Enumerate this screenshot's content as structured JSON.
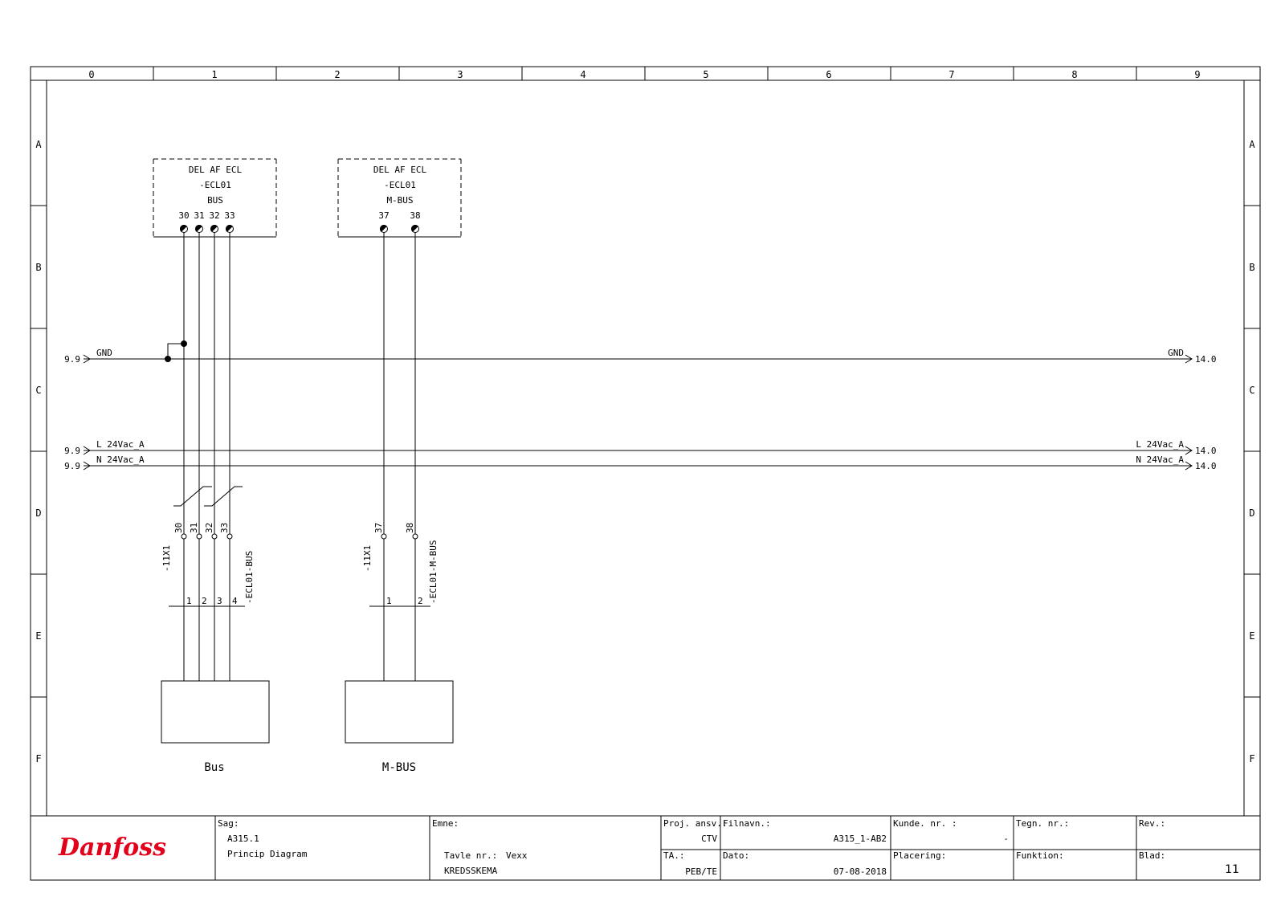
{
  "frame": {
    "columns": [
      "0",
      "1",
      "2",
      "3",
      "4",
      "5",
      "6",
      "7",
      "8",
      "9"
    ],
    "rows": [
      "A",
      "B",
      "C",
      "D",
      "E",
      "F"
    ]
  },
  "modules": [
    {
      "lines": [
        "DEL AF ECL",
        "-ECL01",
        "BUS"
      ],
      "terminals": [
        "30",
        "31",
        "32",
        "33"
      ]
    },
    {
      "lines": [
        "DEL AF ECL",
        "-ECL01",
        "M-BUS"
      ],
      "terminals": [
        "37",
        "38"
      ]
    }
  ],
  "rails": [
    {
      "label": "GND",
      "left_ref": "9.9",
      "right_ref": "14.0"
    },
    {
      "label": "L 24Vac_A",
      "left_ref": "9.9",
      "right_ref": "14.0"
    },
    {
      "label": "N 24Vac_A",
      "left_ref": "9.9",
      "right_ref": "14.0"
    }
  ],
  "terminal_strips": [
    {
      "name": "-11X1",
      "terminals": [
        "30",
        "31",
        "32",
        "33"
      ],
      "cable": "-ECL01-BUS",
      "cores": [
        "1",
        "2",
        "3",
        "4"
      ]
    },
    {
      "name": "-11X1",
      "terminals": [
        "37",
        "38"
      ],
      "cable": "-ECL01-M-BUS",
      "cores": [
        "1",
        "2"
      ]
    }
  ],
  "devices": [
    {
      "label": "Bus"
    },
    {
      "label": "M-BUS"
    }
  ],
  "title_block": {
    "logo": "Danfoss",
    "sag_label": "Sag:",
    "sag_value": "A315.1",
    "sag_desc": "Princip Diagram",
    "emne_label": "Emne:",
    "tavle_label": "Tavle nr.:",
    "tavle_value": "Vexx",
    "emne_value": "KREDSSKEMA",
    "proj_label": "Proj. ansv.:",
    "proj_value": "CTV",
    "ta_label": "TA.:",
    "ta_value": "PEB/TE",
    "filnavn_label": "Filnavn.:",
    "filnavn_value": "A315_1-AB2",
    "dato_label": "Dato:",
    "dato_value": "07-08-2018",
    "kunde_label": "Kunde. nr. :",
    "kunde_value": "-",
    "placering_label": "Placering:",
    "tegn_label": "Tegn. nr.:",
    "funktion_label": "Funktion:",
    "rev_label": "Rev.:",
    "blad_label": "Blad:",
    "blad_value": "11"
  }
}
